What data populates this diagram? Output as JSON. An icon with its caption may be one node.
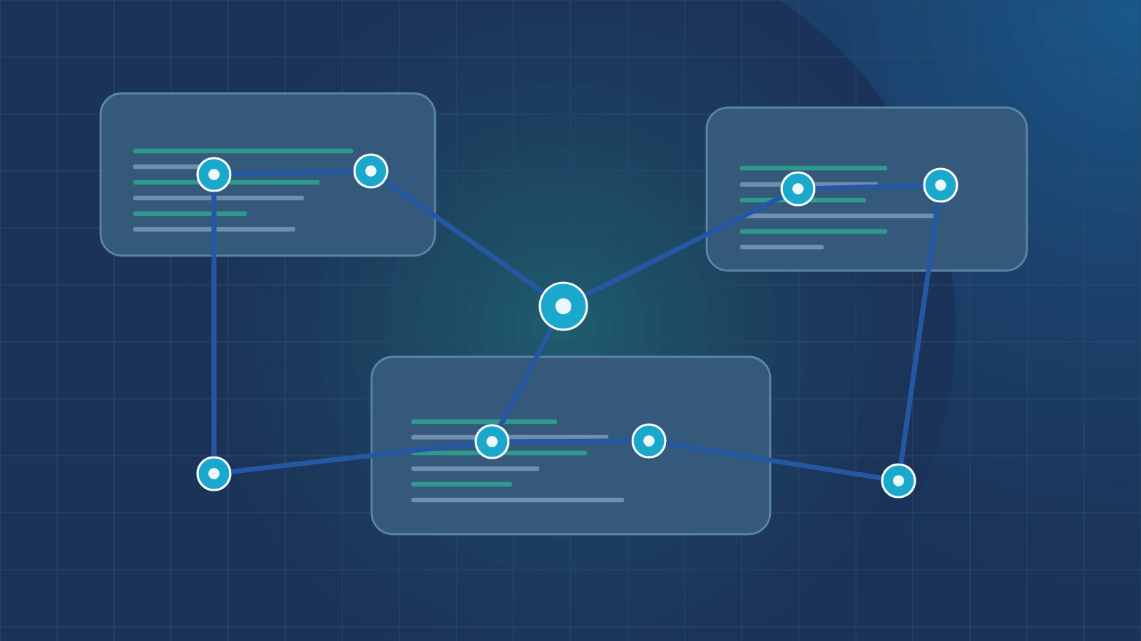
{
  "diagram": {
    "nodes": [
      {
        "text": [],
        "shape": "box"
      },
      {
        "text": [],
        "shape": "circle",
        "in": 0
      },
      {
        "text": [],
        "shape": "circle",
        "in": 0
      },
      {
        "text": [],
        "shape": "box"
      },
      {
        "text": [],
        "shape": "circle",
        "in": 3
      },
      {
        "text": [],
        "shape": "circle",
        "in": 3
      },
      {
        "text": [],
        "shape": "circle"
      },
      {
        "text": [],
        "shape": "box"
      },
      {
        "text": [],
        "shape": "circle",
        "in": 7
      },
      {
        "text": [],
        "shape": "circle",
        "in": 7
      },
      {
        "text": [],
        "shape": "circle"
      },
      {
        "text": [],
        "shape": "circle"
      }
    ],
    "edges": [
      {
        "from": 1,
        "to": 2,
        "arrow": "none"
      },
      {
        "from": 2,
        "to": 6,
        "arrow": "none"
      },
      {
        "from": 6,
        "to": 4,
        "arrow": "none"
      },
      {
        "from": 4,
        "to": 5,
        "arrow": "none"
      },
      {
        "from": 5,
        "to": 11,
        "arrow": "none"
      },
      {
        "from": 11,
        "to": 9,
        "arrow": "none"
      },
      {
        "from": 9,
        "to": 8,
        "arrow": "none"
      },
      {
        "from": 8,
        "to": 6,
        "arrow": "none"
      },
      {
        "from": 8,
        "to": 10,
        "arrow": "none"
      },
      {
        "from": 10,
        "to": 1,
        "arrow": "none"
      }
    ]
  }
}
